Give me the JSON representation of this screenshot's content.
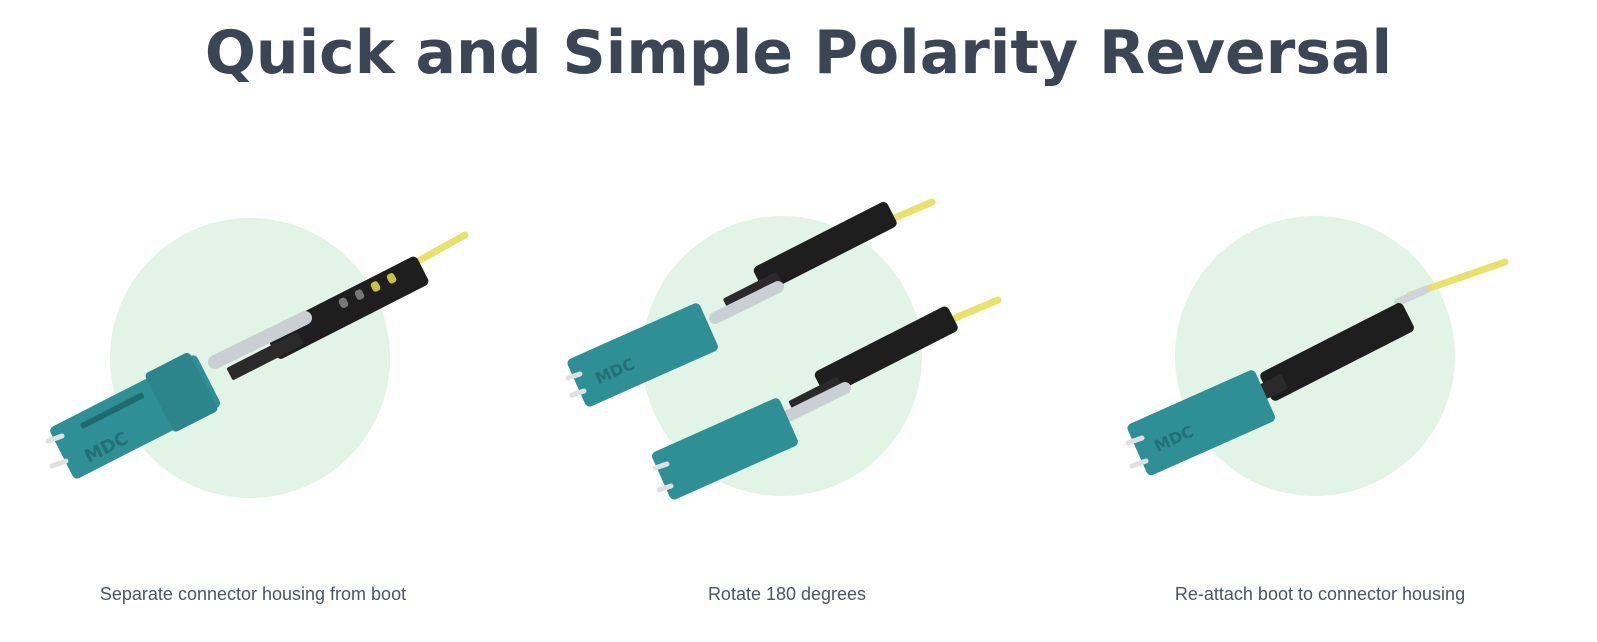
{
  "page": {
    "title": "Quick and Simple Polarity Reversal"
  },
  "colors": {
    "title": "#3a4656",
    "caption": "#4a5464",
    "circle": "#e2f4e6",
    "housing_teal": "#2e8f95",
    "boot_black": "#1e1e1e",
    "cable_yellow": "#e8e26a",
    "ferrule_silver": "#c9cfd3"
  },
  "steps": [
    {
      "caption": "Separate connector housing from boot",
      "illustration": "connector-separated"
    },
    {
      "caption": "Rotate 180 degrees",
      "illustration": "connector-rotated-pair"
    },
    {
      "caption": "Re-attach boot to connector housing",
      "illustration": "connector-assembled"
    }
  ],
  "connector_label": "MDC"
}
